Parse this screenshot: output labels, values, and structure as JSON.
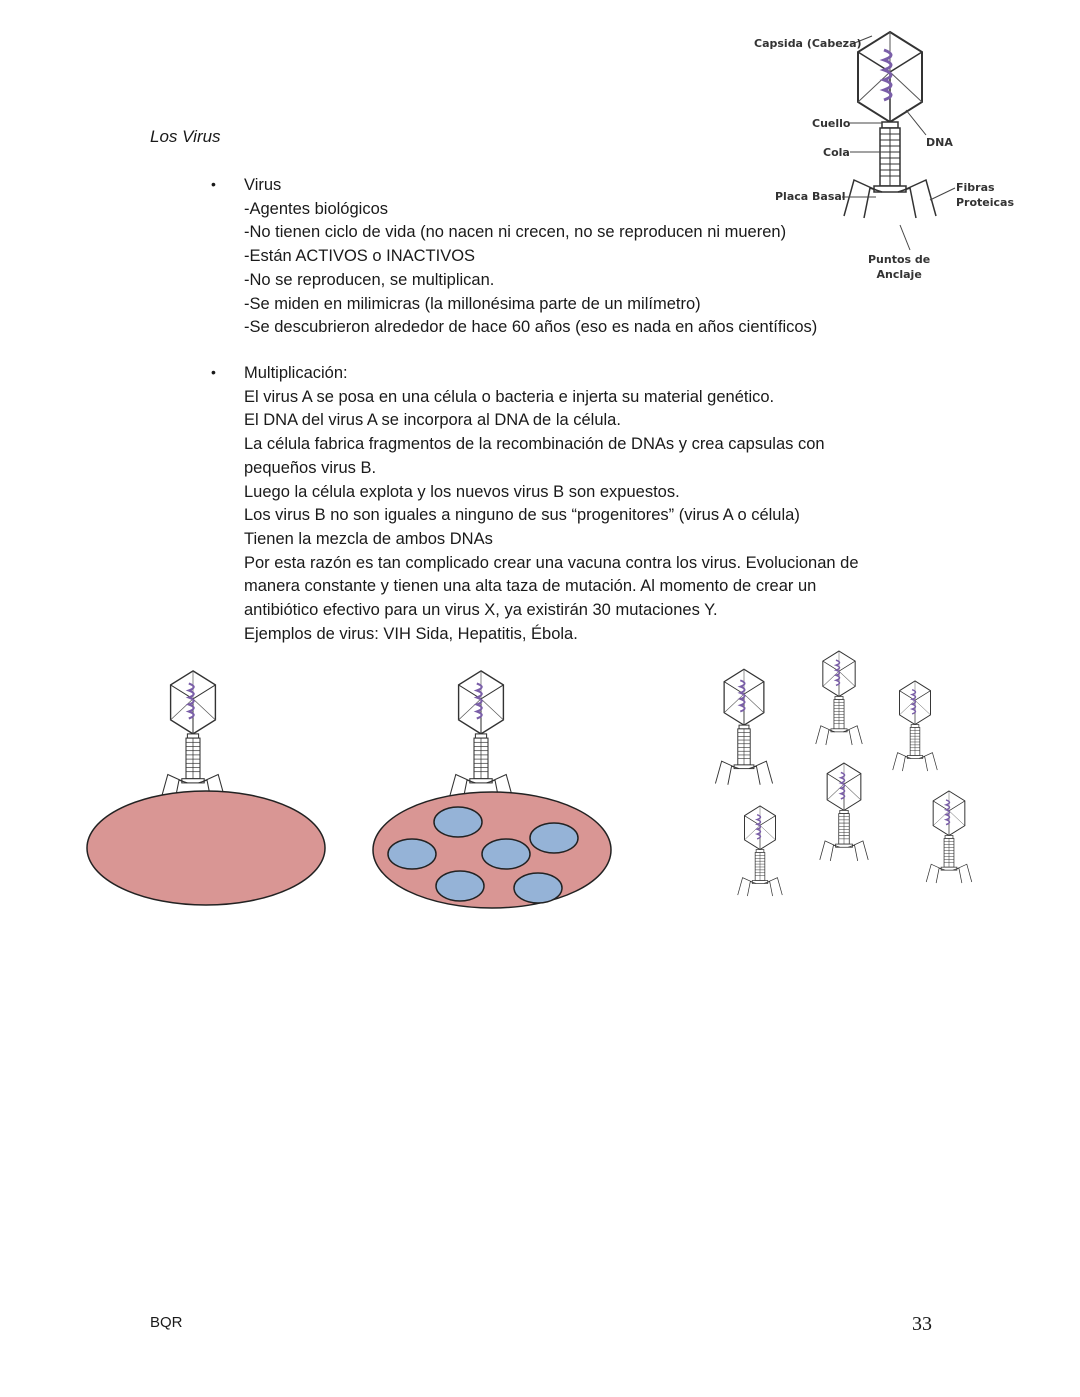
{
  "section_title": "Los Virus",
  "diagram_labels": {
    "capsid": "Capsida (Cabeza)",
    "neck": "Cuello",
    "tail": "Cola",
    "dna": "DNA",
    "base_plate": "Placa Basal",
    "fibers_line1": "Fibras",
    "fibers_line2": "Proteicas",
    "anchor_line1": "Puntos de",
    "anchor_line2": "Anclaje"
  },
  "bullet1": {
    "lines": [
      "Virus",
      "-Agentes biológicos",
      "-No tienen ciclo de vida (no nacen ni crecen, no se reproducen ni mueren)",
      "-Están ACTIVOS o INACTIVOS",
      "-No se reproducen, se multiplican.",
      "-Se miden en milimicras (la millonésima parte de un milímetro)",
      "-Se descubrieron alrededor de hace 60 años (eso es nada en años científicos)"
    ]
  },
  "bullet2": {
    "lines": [
      "Multiplicación:",
      "El virus A se posa en una célula o bacteria e injerta su material genético.",
      "El DNA del virus A se incorpora al DNA de la célula.",
      "La célula fabrica fragmentos de la recombinación de DNAs y crea capsulas con",
      "pequeños virus B.",
      "Luego la célula explota y los nuevos virus B son expuestos.",
      "Los virus B no son iguales a ninguno de sus “progenitores” (virus A o célula)",
      "Tienen la mezcla de ambos DNAs",
      "Por esta razón es tan complicado crear una vacuna contra los virus. Evolucionan de",
      "manera constante y tienen una alta taza de mutación. Al momento de crear un",
      "antibiótico efectivo para un virus X, ya existirán 30 mutaciones Y.",
      "Ejemplos de virus: VIH Sida, Hepatitis, Ébola."
    ]
  },
  "colors": {
    "cell_fill": "#d99694",
    "cell_stroke": "#222222",
    "nucleus_fill": "#95b3d7",
    "dna_purple": "#7a5ea8"
  },
  "footer": {
    "left": "BQR",
    "page_number": "33"
  }
}
